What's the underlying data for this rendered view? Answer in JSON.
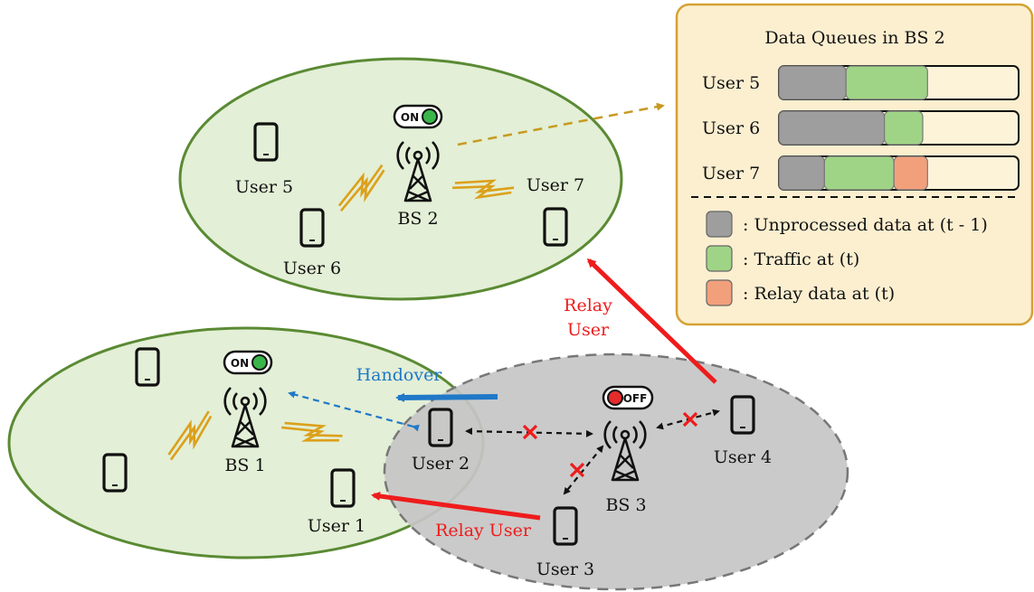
{
  "base_stations": {
    "bs1": {
      "label": "BS 1",
      "switch": "ON"
    },
    "bs2": {
      "label": "BS 2",
      "switch": "ON"
    },
    "bs3": {
      "label": "BS 3",
      "switch": "OFF"
    }
  },
  "users": {
    "user1": "User 1",
    "user2": "User 2",
    "user3": "User 3",
    "user4": "User 4",
    "user5": "User 5",
    "user6": "User 6",
    "user7": "User 7"
  },
  "annotations": {
    "handover": "Handover",
    "relay_user_top_line1": "Relay",
    "relay_user_top_line2": "User",
    "relay_user_bottom": "Relay User"
  },
  "queue_panel": {
    "title": "Data Queues in BS 2",
    "rows": [
      {
        "label": "User 5",
        "unprocessed": 0.28,
        "traffic": 0.34,
        "relay": 0.0
      },
      {
        "label": "User 6",
        "unprocessed": 0.44,
        "traffic": 0.16,
        "relay": 0.0
      },
      {
        "label": "User 7",
        "unprocessed": 0.19,
        "traffic": 0.29,
        "relay": 0.14
      }
    ],
    "legend": [
      {
        "key": "unprocessed",
        "text": ": Unprocessed data at (t - 1)",
        "color": "#9e9e9e"
      },
      {
        "key": "traffic",
        "text": ": Traffic at (t)",
        "color": "#9fd486"
      },
      {
        "key": "relay",
        "text": ": Relay data at (t)",
        "color": "#f2a07c"
      }
    ]
  },
  "colors": {
    "cell_fill": "#e3efd6",
    "cell_border": "#5a8a33",
    "off_cell_fill": "#c5c5c5",
    "panel_fill": "#fcefd0",
    "panel_border": "#d4a233",
    "relay_arrow": "#ee1c1c",
    "handover_arrow": "#1f78c8",
    "lightning": "#dca01a"
  }
}
